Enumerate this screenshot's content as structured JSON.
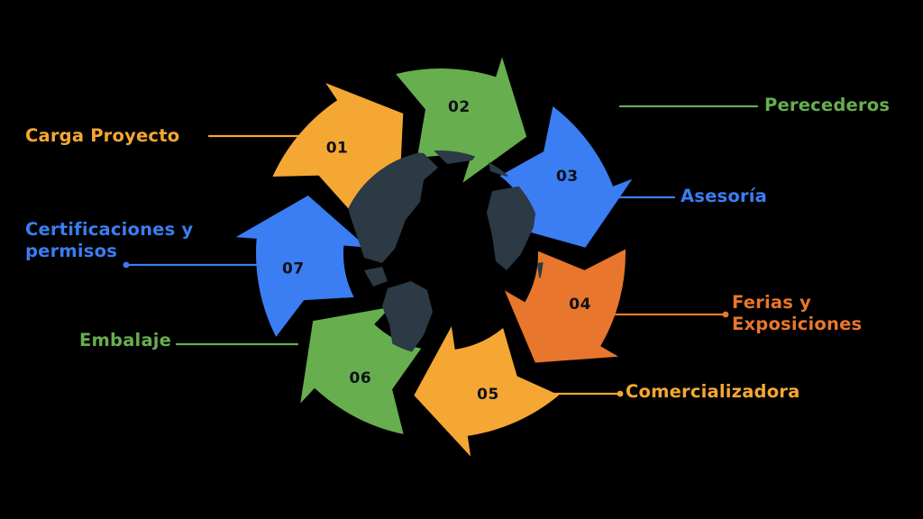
{
  "diagram": {
    "type": "circular-cycle-arrows",
    "title": "",
    "center_graphic": "world-map-silhouette",
    "center_color": "#2b3a44",
    "background": "#000000",
    "direction": "clockwise",
    "steps": [
      {
        "number": "01",
        "label": "Carga Proyecto",
        "color": "#f5a733",
        "side": "left",
        "lines": 1
      },
      {
        "number": "02",
        "label": "Perecederos",
        "color": "#67ae4f",
        "side": "right",
        "lines": 1
      },
      {
        "number": "03",
        "label": "Asesoría",
        "color": "#3b7df2",
        "side": "right",
        "lines": 1
      },
      {
        "number": "04",
        "label": "Ferias y\nExposiciones",
        "color": "#e8762c",
        "side": "right",
        "lines": 2
      },
      {
        "number": "05",
        "label": "Comercializadora",
        "color": "#f5a733",
        "side": "right",
        "lines": 1
      },
      {
        "number": "06",
        "label": "Embalaje",
        "color": "#67ae4f",
        "side": "left",
        "lines": 1
      },
      {
        "number": "07",
        "label": "Certificaciones y\npermisos",
        "color": "#3b7df2",
        "side": "left",
        "lines": 2
      }
    ]
  }
}
